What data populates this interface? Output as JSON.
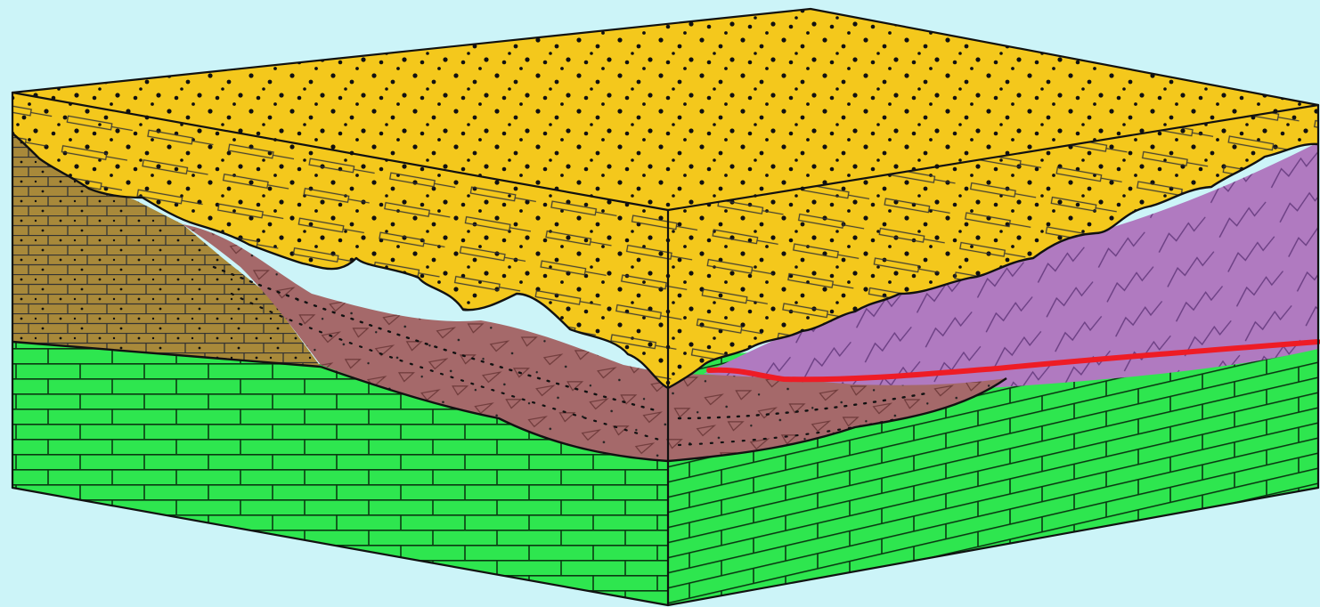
{
  "colors": {
    "background": "#ccf4f8",
    "sandstone": "#f4c81c",
    "siltstone": "#a8893a",
    "breccia_fill": "#a5696a",
    "schist": "#b07ac0",
    "limestone": "#2ee64f",
    "fault_line": "#ee1c25",
    "outline": "#111111"
  },
  "layers": [
    {
      "name": "sandstone",
      "pattern": "dots-and-lenses"
    },
    {
      "name": "siltstone",
      "pattern": "bricks-with-dots"
    },
    {
      "name": "channel-fill",
      "pattern": "triangles-and-dots"
    },
    {
      "name": "schist",
      "pattern": "zigzag"
    },
    {
      "name": "limestone",
      "pattern": "bricks"
    }
  ]
}
